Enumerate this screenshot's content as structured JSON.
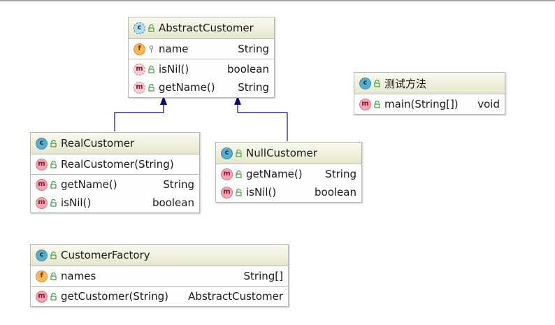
{
  "classes": {
    "abstract_customer": {
      "name": "AbstractCustomer",
      "fields": [
        {
          "icon": "f",
          "name": "name",
          "type": "String"
        }
      ],
      "methods": [
        {
          "icon": "m",
          "name": "isNil()",
          "type": "boolean"
        },
        {
          "icon": "m",
          "name": "getName()",
          "type": "String"
        }
      ]
    },
    "test_method": {
      "name": "测试方法",
      "methods": [
        {
          "icon": "m",
          "name": "main(String[])",
          "type": "void"
        }
      ]
    },
    "real_customer": {
      "name": "RealCustomer",
      "constructors": [
        {
          "icon": "m",
          "name": "RealCustomer(String)",
          "type": ""
        }
      ],
      "methods": [
        {
          "icon": "m",
          "name": "getName()",
          "type": "String"
        },
        {
          "icon": "m",
          "name": "isNil()",
          "type": "boolean"
        }
      ]
    },
    "null_customer": {
      "name": "NullCustomer",
      "methods": [
        {
          "icon": "m",
          "name": "getName()",
          "type": "String"
        },
        {
          "icon": "m",
          "name": "isNil()",
          "type": "boolean"
        }
      ]
    },
    "customer_factory": {
      "name": "CustomerFactory",
      "fields": [
        {
          "icon": "f",
          "name": "names",
          "type": "String[]"
        }
      ],
      "methods": [
        {
          "icon": "m",
          "name": "getCustomer(String)",
          "type": "AbstractCustomer"
        }
      ]
    }
  },
  "icons": {
    "class": "c",
    "method": "m",
    "field": "f"
  },
  "colors": {
    "header_top": "#fafaf0",
    "header_bottom": "#e7e7cd",
    "border": "#b9b9b9",
    "inheritance_arrow": "#0a0a7a",
    "lock_green": "#3f9b3f"
  }
}
